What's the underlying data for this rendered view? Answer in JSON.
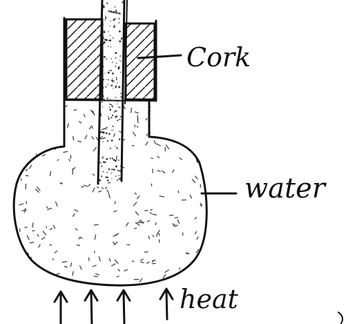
{
  "diagram": {
    "labels": {
      "cork": "Cork",
      "water": "water",
      "heat": "heat"
    },
    "colors": {
      "ink": "#111111",
      "paper": "#ffffff"
    }
  }
}
